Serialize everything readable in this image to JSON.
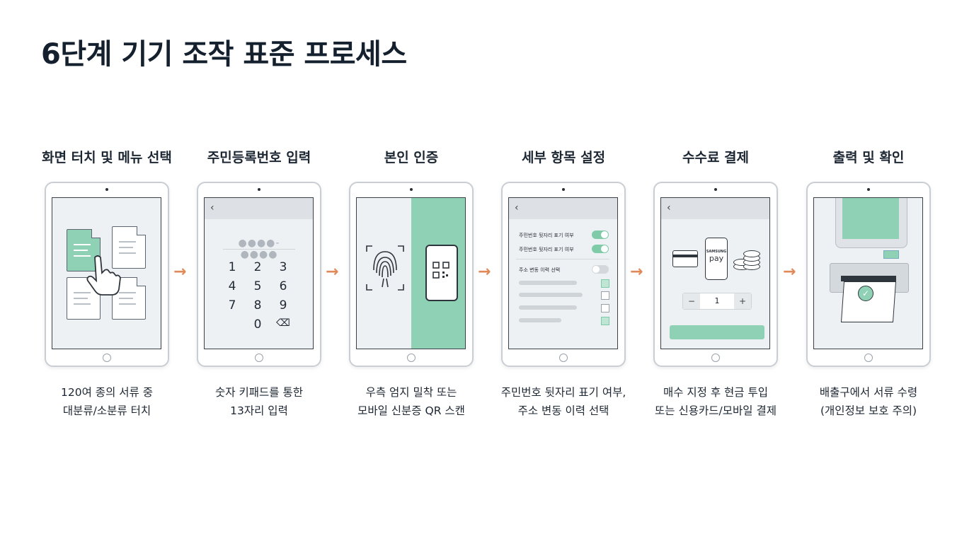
{
  "title": "6단계 기기 조작 표준 프로세스",
  "accent_color": "#8fd1b5",
  "arrow_color": "#e08a5a",
  "steps": [
    {
      "title": "화면 터치 및 메뉴 선택",
      "desc1": "120여 종의 서류 중",
      "desc2": "대분류/소분류 터치"
    },
    {
      "title": "주민등록번호 입력",
      "desc1": "숫자 키패드를 통한",
      "desc2": "13자리 입력"
    },
    {
      "title": "본인 인증",
      "desc1": "우측 엄지 밀착 또는",
      "desc2": "모바일 신분증 QR 스캔"
    },
    {
      "title": "세부 항목 설정",
      "desc1": "주민번호 뒷자리 표기 여부,",
      "desc2": "주소 변동 이력 선택"
    },
    {
      "title": "수수료 결제",
      "desc1": "매수 지정 후 현금 투입",
      "desc2": "또는 신용카드/모바일 결제"
    },
    {
      "title": "출력 및 확인",
      "desc1": "배출구에서 서류 수령",
      "desc2": "(개인정보 보호 주의)"
    }
  ],
  "keypad": {
    "placeholder": "●●●●-●●●●",
    "keys": [
      "1",
      "2",
      "3",
      "4",
      "5",
      "6",
      "7",
      "8",
      "9",
      "0",
      "⌫"
    ]
  },
  "settings": {
    "row1": "주민번호 뒷자리 표기 여부",
    "row2": "주민번호 뒷자리 표기 여부",
    "row3": "주소 변동 이력 선택"
  },
  "payment": {
    "brand": "SAMSUNG",
    "pay_word": "pay",
    "quantity": "1",
    "minus": "−",
    "plus": "+"
  },
  "icons": {
    "back": "‹",
    "arrow": "→",
    "check": "✓"
  }
}
